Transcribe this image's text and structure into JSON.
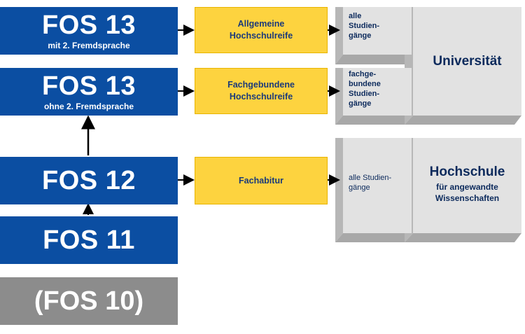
{
  "fos13a": {
    "title": "FOS 13",
    "subtitle": "mit 2. Fremdsprache"
  },
  "fos13b": {
    "title": "FOS 13",
    "subtitle": "ohne 2. Fremdsprache"
  },
  "fos12": {
    "title": "FOS 12"
  },
  "fos11": {
    "title": "FOS 11"
  },
  "fos10": {
    "title": "(FOS 10)"
  },
  "degrees": {
    "allgemeine": "Allgemeine\nHochschulreife",
    "fachgebundene": "Fachgebundene\nHochschulreife",
    "fachabitur": "Fachabitur"
  },
  "studies": {
    "alle1": "alle\nStudien-\ngänge",
    "fachgebunden": "fachge-\nbundene\nStudien-\ngänge",
    "alle2": "alle Studien-\ngänge"
  },
  "institutions": {
    "universitaet": "Universität",
    "hochschule_title": "Hochschule",
    "hochschule_sub": "für angewandte\nWissenschaften"
  },
  "colors": {
    "fos_blue": "#0b4ea2",
    "degree_yellow": "#fdd33f",
    "gray": "#8c8c8c",
    "cube_face": "#e2e2e2"
  }
}
